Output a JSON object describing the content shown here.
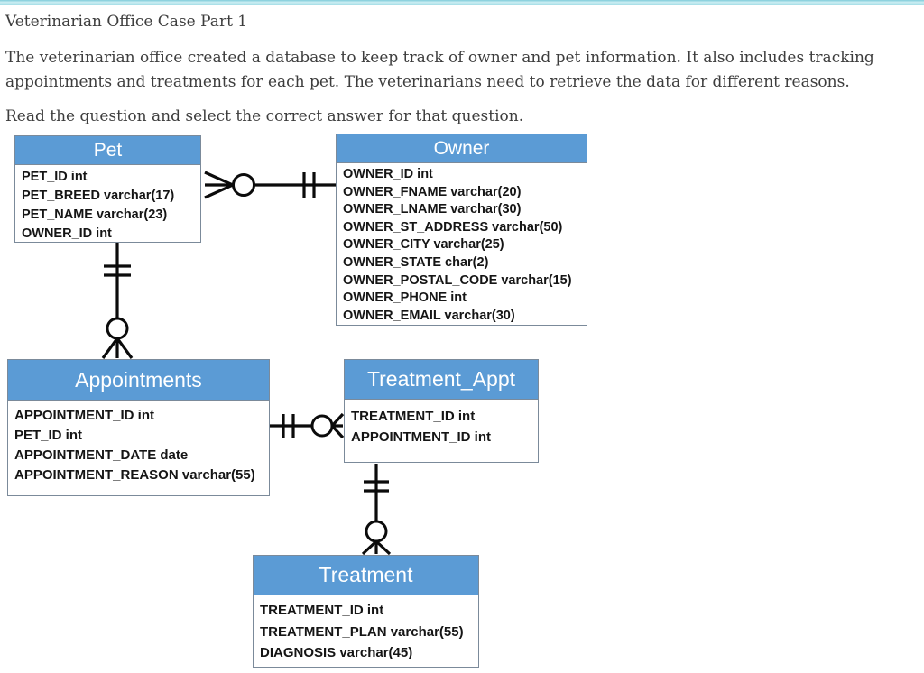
{
  "page": {
    "title": "Veterinarian Office Case Part 1",
    "intro": "The veterinarian office created a database to keep track of owner and pet information. It also includes tracking appointments and treatments for each pet. The veterinarians need to retrieve the data for different reasons.",
    "instruction": "Read the question and select the correct answer for that question."
  },
  "colors": {
    "top_bar_teal": "#8fd5e0",
    "entity_header_bg": "#5b9bd5",
    "entity_header_text": "#ffffff",
    "entity_border": "#7b8a9a",
    "connector_line": "#0b0b0b",
    "body_text": "#3d3d3d"
  },
  "diagram": {
    "entities": {
      "pet": {
        "name": "Pet",
        "fields": [
          "PET_ID int",
          "PET_BREED varchar(17)",
          "PET_NAME varchar(23)",
          "OWNER_ID int"
        ]
      },
      "owner": {
        "name": "Owner",
        "fields": [
          "OWNER_ID int",
          "OWNER_FNAME varchar(20)",
          "OWNER_LNAME varchar(30)",
          "OWNER_ST_ADDRESS varchar(50)",
          "OWNER_CITY varchar(25)",
          "OWNER_STATE char(2)",
          "OWNER_POSTAL_CODE varchar(15)",
          "OWNER_PHONE int",
          "OWNER_EMAIL varchar(30)"
        ]
      },
      "appointments": {
        "name": "Appointments",
        "fields": [
          "APPOINTMENT_ID int",
          "PET_ID int",
          "APPOINTMENT_DATE date",
          "APPOINTMENT_REASON varchar(55)"
        ]
      },
      "treatment_appt": {
        "name": "Treatment_Appt",
        "fields": [
          "TREATMENT_ID int",
          "APPOINTMENT_ID int"
        ]
      },
      "treatment": {
        "name": "Treatment",
        "fields": [
          "TREATMENT_ID int",
          "TREATMENT_PLAN varchar(55)",
          "DIAGNOSIS varchar(45)"
        ]
      }
    },
    "relationships": [
      {
        "from": "Pet",
        "to": "Owner",
        "from_end": "zero-or-many",
        "to_end": "one-and-only-one"
      },
      {
        "from": "Pet",
        "to": "Appointments",
        "from_end": "one-and-only-one",
        "to_end": "zero-or-many"
      },
      {
        "from": "Appointments",
        "to": "Treatment_Appt",
        "from_end": "one-and-only-one",
        "to_end": "zero-or-many"
      },
      {
        "from": "Treatment_Appt",
        "to": "Treatment",
        "from_end": "one-and-only-one",
        "to_end": "zero-or-many"
      }
    ]
  }
}
